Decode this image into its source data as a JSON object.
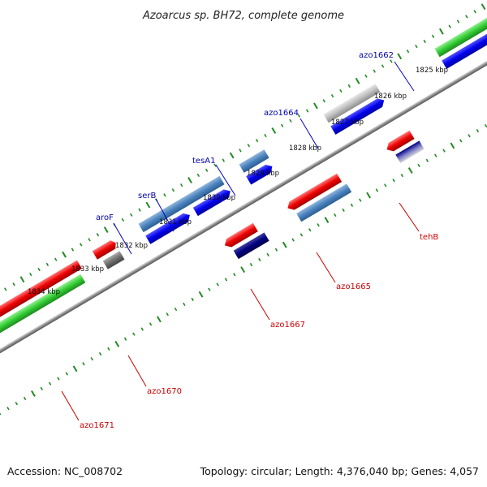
{
  "title": "Azoarcus sp. BH72, complete genome",
  "footer": {
    "accession": "Accession: NC_008702",
    "summary": "Topology: circular; Length: 4,376,040 bp; Genes: 4,057"
  },
  "kbp_labels": [
    "1825 kbp",
    "1826 kbp",
    "1827 kbp",
    "1828 kbp",
    "1829 kbp",
    "1830 kbp",
    "1831 kbp",
    "1832 kbp",
    "1833 kbp",
    "1834 kbp"
  ],
  "gene_labels": {
    "azo1662": "azo1662",
    "azo1664": "azo1664",
    "tesA1": "tesA1",
    "serB": "serB",
    "aroF": "aroF",
    "tehB": "tehB",
    "azo1665": "azo1665",
    "azo1667": "azo1667",
    "azo1670": "azo1670",
    "azo1671": "azo1671"
  },
  "colors": {
    "forward_label": "#0000aa",
    "reverse_label": "#cc0000",
    "tick": "#228b22",
    "backbone": "#888888"
  }
}
